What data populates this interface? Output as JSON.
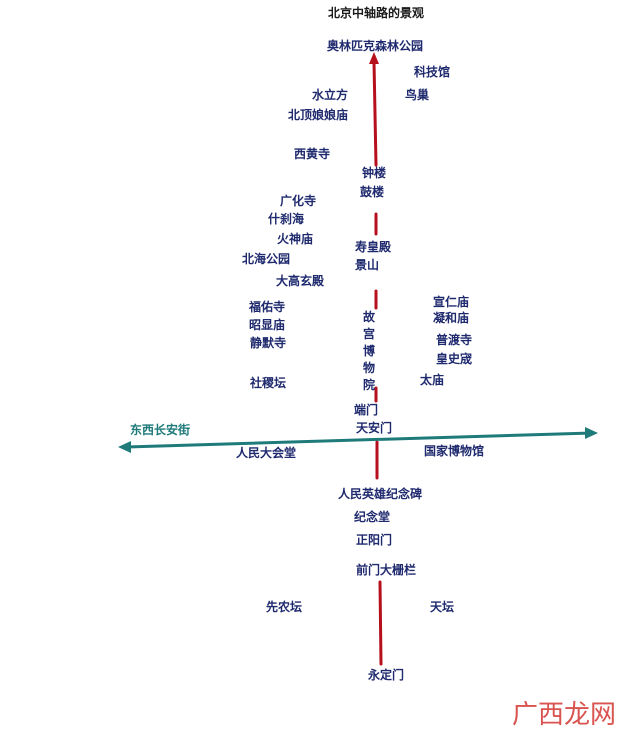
{
  "title": "北京中轴路的景观",
  "street": "东西长安街",
  "watermark": "广西龙网",
  "colors": {
    "axis": "#b5101b",
    "street": "#1f7a7a",
    "label": "#1f2a6e",
    "watermark": "#d9534f"
  },
  "landmarks": {
    "olympic_park": "奥林匹克森林公园",
    "science_museum": "科技馆",
    "water_cube": "水立方",
    "birds_nest": "鸟巢",
    "beiding_temple": "北顶娘娘庙",
    "xihuang_temple": "西黄寺",
    "bell_tower": "钟楼",
    "drum_tower": "鼓楼",
    "guanghua_temple": "广化寺",
    "shichahai": "什刹海",
    "huoshen_temple": "火神庙",
    "shouhuang_hall": "寿皇殿",
    "beihai_park": "北海公园",
    "jingshan": "景山",
    "dagaoxuan_hall": "大高玄殿",
    "xuanren_temple": "宣仁庙",
    "fuyou_temple": "福佑寺",
    "ninghe_temple": "凝和庙",
    "zhaoxian_temple": "昭显庙",
    "palace_museum": "故宫博物院",
    "pudu_temple": "普渡寺",
    "jingmo_temple": "静默寺",
    "huangshicheng": "皇史宬",
    "sheji_altar": "社稷坛",
    "taimiao": "太庙",
    "duanmen": "端门",
    "tiananmen": "天安门",
    "great_hall": "人民大会堂",
    "national_museum": "国家博物馆",
    "monument": "人民英雄纪念碑",
    "memorial_hall": "纪念堂",
    "zhengyangmen": "正阳门",
    "qianmen_dashilan": "前门大栅栏",
    "xiannong_altar": "先农坛",
    "temple_of_heaven": "天坛",
    "yongdingmen": "永定门"
  }
}
